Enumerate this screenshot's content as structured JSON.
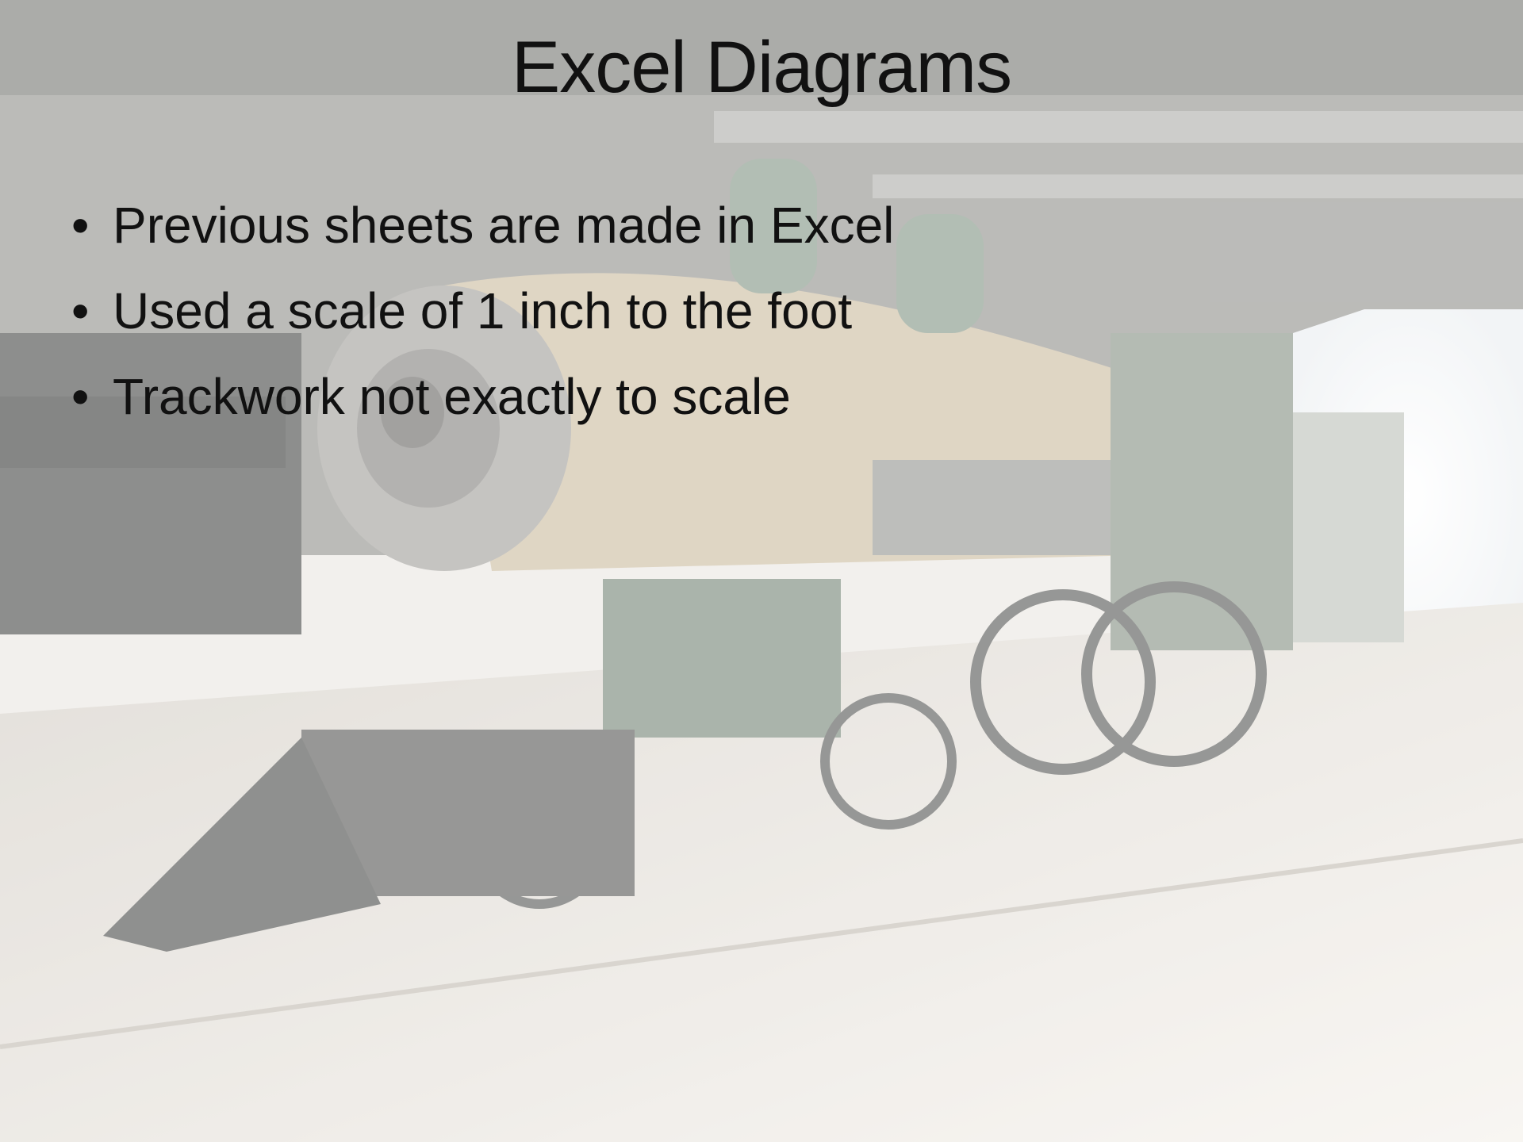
{
  "slide": {
    "title": "Excel Diagrams",
    "bullets": [
      "Previous sheets are made in Excel",
      "Used a scale of 1 inch to the foot",
      "Trackwork not exactly to scale"
    ],
    "bullet_glyph": "•",
    "background_image": "steam-locomotive-museum-photo"
  },
  "colors": {
    "text": "#111111",
    "wash": "#ffffff"
  }
}
